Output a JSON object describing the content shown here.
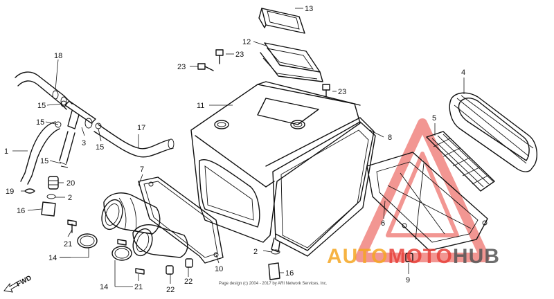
{
  "diagram": {
    "callouts": [
      {
        "id": "c1",
        "text": "1"
      },
      {
        "id": "c2a",
        "text": "2"
      },
      {
        "id": "c2b",
        "text": "2"
      },
      {
        "id": "c3",
        "text": "3"
      },
      {
        "id": "c4",
        "text": "4"
      },
      {
        "id": "c5",
        "text": "5"
      },
      {
        "id": "c6",
        "text": "6"
      },
      {
        "id": "c7",
        "text": "7"
      },
      {
        "id": "c8",
        "text": "8"
      },
      {
        "id": "c9",
        "text": "9"
      },
      {
        "id": "c10",
        "text": "10"
      },
      {
        "id": "c11",
        "text": "11"
      },
      {
        "id": "c12",
        "text": "12"
      },
      {
        "id": "c13",
        "text": "13"
      },
      {
        "id": "c14a",
        "text": "14"
      },
      {
        "id": "c14b",
        "text": "14"
      },
      {
        "id": "c15a",
        "text": "15"
      },
      {
        "id": "c15b",
        "text": "15"
      },
      {
        "id": "c15c",
        "text": "15"
      },
      {
        "id": "c15d",
        "text": "15"
      },
      {
        "id": "c16a",
        "text": "16"
      },
      {
        "id": "c16b",
        "text": "16"
      },
      {
        "id": "c17",
        "text": "17"
      },
      {
        "id": "c18",
        "text": "18"
      },
      {
        "id": "c19",
        "text": "19"
      },
      {
        "id": "c20",
        "text": "20"
      },
      {
        "id": "c21a",
        "text": "21"
      },
      {
        "id": "c21b",
        "text": "21"
      },
      {
        "id": "c22a",
        "text": "22"
      },
      {
        "id": "c22b",
        "text": "22"
      },
      {
        "id": "c23a",
        "text": "23"
      },
      {
        "id": "c23b",
        "text": "23"
      },
      {
        "id": "c23c",
        "text": "23"
      }
    ],
    "fwd_label": "FWD",
    "copyright": "Page design (c) 2004 - 2017 by ARI Network Services, Inc.",
    "watermark": {
      "part1": "AUTO",
      "part2": "MOTO",
      "part3": "HUB",
      "color_red": "#e8413a",
      "color_orange": "#f5a623",
      "color_gray": "#555555"
    }
  }
}
